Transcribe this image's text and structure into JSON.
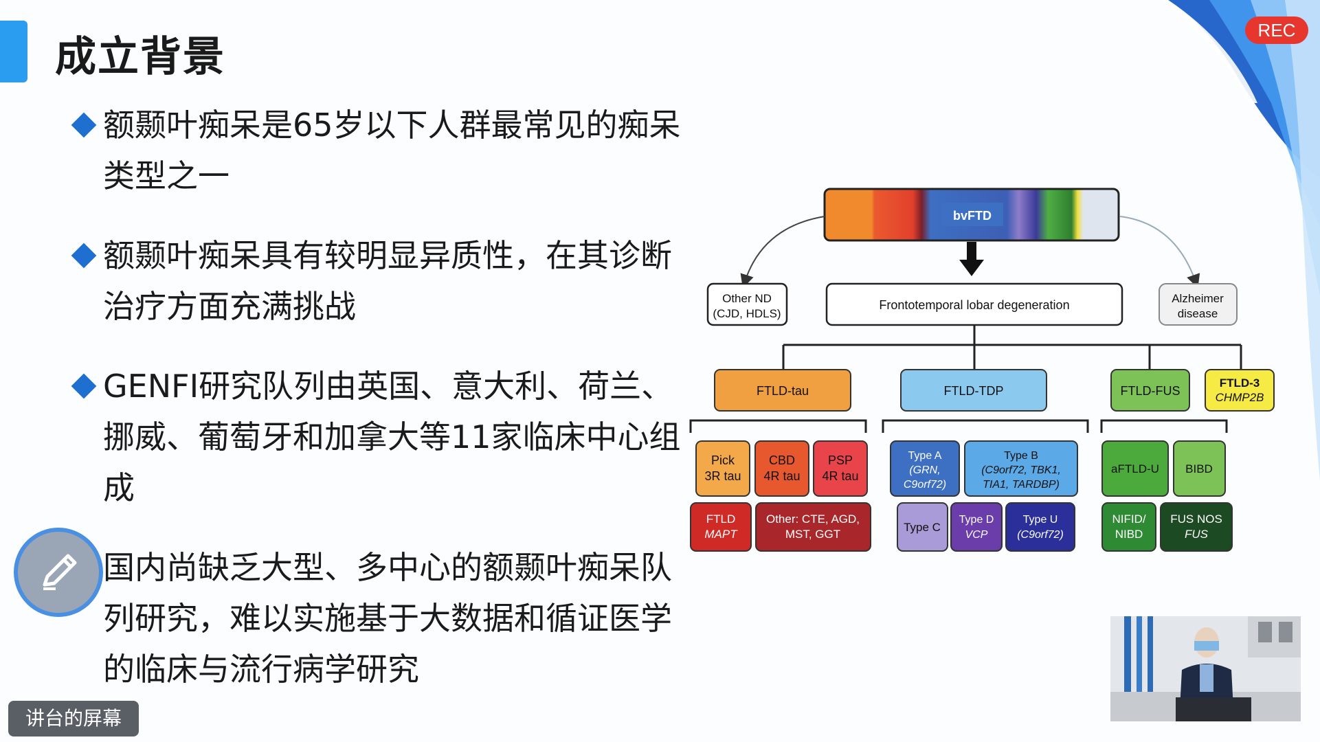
{
  "slide": {
    "title": "成立背景",
    "rec_label": "REC",
    "bullets": [
      "额颞叶痴呆是65岁以下人群最常见的痴呆类型之一",
      "额颞叶痴呆具有较明显异质性，在其诊断治疗方面充满挑战",
      "GENFI研究队列由英国、意大利、荷兰、挪威、葡萄牙和加拿大等11家临床中心组成",
      "国内尚缺乏大型、多中心的额颞叶痴呆队列研究，难以实施基于大数据和循证医学的临床与流行病学研究"
    ]
  },
  "diagram": {
    "top": "bvFTD",
    "left_branch": [
      "Other ND",
      "(CJD, HDLS)"
    ],
    "center": "Frontotemporal lobar degeneration",
    "right_branch": [
      "Alzheimer",
      "disease"
    ],
    "groups": {
      "tau": "FTLD-tau",
      "tdp": "FTLD-TDP",
      "fus": "FTLD-FUS",
      "ftld3": [
        "FTLD-3",
        "CHMP2B"
      ]
    },
    "tau_sub": [
      [
        "Pick",
        "3R tau"
      ],
      [
        "CBD",
        "4R tau"
      ],
      [
        "PSP",
        "4R tau"
      ],
      [
        "FTLD",
        "MAPT"
      ],
      [
        "Other: CTE, AGD,",
        "MST, GGT"
      ]
    ],
    "tdp_sub": [
      [
        "Type A",
        "(GRN,",
        "C9orf72)"
      ],
      [
        "Type B",
        "(C9orf72, TBK1,",
        "TIA1, TARDBP)"
      ],
      [
        "Type C"
      ],
      [
        "Type D",
        "VCP"
      ],
      [
        "Type U",
        "(C9orf72)"
      ]
    ],
    "fus_sub": [
      [
        "aFTLD-U"
      ],
      [
        "BIBD"
      ],
      [
        "NIFID/",
        "NIBD"
      ],
      [
        "FUS NOS",
        "FUS"
      ]
    ]
  },
  "presenter": {
    "screen_label": "讲台的屏幕"
  },
  "icons": {
    "pen": "pen-icon"
  }
}
